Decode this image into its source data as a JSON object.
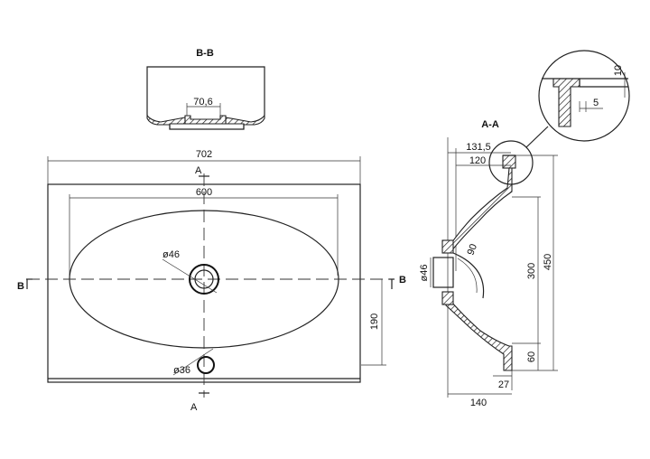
{
  "sections": {
    "bb_title": "B-B",
    "aa_title": "A-A"
  },
  "dims": {
    "bb_drain": "70,6",
    "width_total": "702",
    "width_bowl": "600",
    "drain_dia": "ø46",
    "overflow_dia": "ø36",
    "depth_190": "190",
    "aa_131": "131,5",
    "aa_120": "120",
    "aa_450": "450",
    "aa_300": "300",
    "aa_60": "60",
    "aa_27": "27",
    "aa_140": "140",
    "aa_radius": "90",
    "aa_drain": "ø46",
    "detail_10": "10",
    "detail_5": "5"
  },
  "markers": {
    "a_top": "A",
    "a_bottom": "A",
    "b_left": "B",
    "b_right": "B"
  }
}
